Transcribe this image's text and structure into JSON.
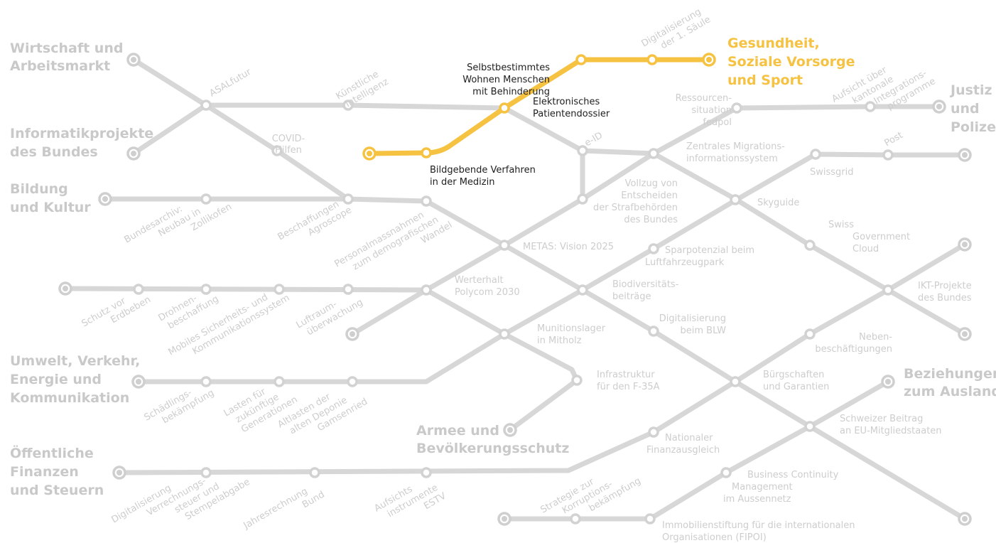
{
  "colors": {
    "highlight": "#f5c242",
    "line": "#d7d7d7",
    "muted_text": "#cdcdcd",
    "dark_text": "#1e1e1e"
  },
  "departments": {
    "wirtschaft": [
      "Wirtschaft und",
      "Arbeitsmarkt"
    ],
    "informatik": [
      "Informatikprojekte",
      "des Bundes"
    ],
    "bildung": [
      "Bildung",
      "und Kultur"
    ],
    "umwelt": [
      "Umwelt, Verkehr,",
      "Energie und",
      "Kommunikation"
    ],
    "finanzen": [
      "Öffentliche",
      "Finanzen",
      "und Steuern"
    ],
    "armee": [
      "Armee und",
      "Bevölkerungsschutz"
    ],
    "gesundheit": [
      "Gesundheit,",
      "Soziale Vorsorge",
      "und Sport"
    ],
    "justiz": [
      "Justiz",
      "und",
      "Polizei"
    ],
    "ausland": [
      "Beziehungen",
      "zum Ausland"
    ]
  },
  "stations": {
    "asal": [
      "ASALfutur"
    ],
    "ki": [
      "Künstliche",
      "Intelligenz"
    ],
    "covid": [
      "COVID-",
      "Hilfen"
    ],
    "beschaffungen": [
      "Beschaffungen",
      "Agroscope"
    ],
    "bundesarchiv": [
      "Bundesarchiv:",
      "Neubau in",
      "Zollikofen"
    ],
    "personal": [
      "Personalmassnahmen",
      "zum demografischen",
      "Wandel"
    ],
    "selbst": [
      "Selbstbestimmtes",
      "Wohnen Menschen",
      "mit Behinderung"
    ],
    "epd": [
      "Elektronisches",
      "Patientendossier"
    ],
    "bildgebend": [
      "Bildgebende Verfahren",
      "in der Medizin"
    ],
    "digi1": [
      "Digitalisierung",
      "der 1. Säule"
    ],
    "eid": [
      "e-ID"
    ],
    "ressourcen": [
      "Ressourcen-",
      "situation",
      "fedpol"
    ],
    "aufsicht": [
      "Aufsicht über",
      "kantonale",
      "Integrations-",
      "programme"
    ],
    "zemis": [
      "Zentrales Migrations-",
      "informationssystem"
    ],
    "post": [
      "Post"
    ],
    "swissgrid": [
      "Swissgrid"
    ],
    "vollzug": [
      "Vollzug von",
      "Entscheiden",
      "der Strafbehörden",
      "des Bundes"
    ],
    "skyguide": [
      "Skyguide"
    ],
    "sgc": [
      "Swiss",
      "Government",
      "Cloud"
    ],
    "metas": [
      "METAS: Vision 2025"
    ],
    "spar": [
      "Sparpotenzial beim",
      "Luftfahrzeugpark"
    ],
    "schutz": [
      "Schutz vor",
      "Erdbeben"
    ],
    "drohnen": [
      "Drohnen-",
      "beschaffung"
    ],
    "mobiles": [
      "Mobiles Sicherheits- und",
      "Kommunikationssystem"
    ],
    "luftraum": [
      "Luftraum-",
      "überwachung"
    ],
    "polycom": [
      "Werterhalt",
      "Polycom 2030"
    ],
    "bio": [
      "Biodiversitäts-",
      "beiträge"
    ],
    "ikt": [
      "IKT-Projekte",
      "des Bundes"
    ],
    "blw": [
      "Digitalisierung",
      "beim BLW"
    ],
    "muni": [
      "Munitionslager",
      "in Mitholz"
    ],
    "neben": [
      "Neben-",
      "beschäftigungen"
    ],
    "schaedling": [
      "Schädlings-",
      "bekämpfung"
    ],
    "lasten": [
      "Lasten für",
      "zukünftige",
      "Generationen"
    ],
    "altlasten": [
      "Altlasten der",
      "alten Deponie",
      "Gamsenried"
    ],
    "f35": [
      "Infrastruktur",
      "für den F-35A"
    ],
    "buergschaft": [
      "Bürgschaften",
      "und Garantien"
    ],
    "eu": [
      "Schweizer Beitrag",
      "an EU-Mitgliedstaaten"
    ],
    "nfa": [
      "Nationaler",
      "Finanzausgleich"
    ],
    "bcm": [
      "Business Continuity",
      "Management",
      "im Aussennetz"
    ],
    "digiverr": [
      "Digitalisierung",
      "Verrechnungs-",
      "steuer und",
      "Stempelabgabe"
    ],
    "jahres": [
      "Jahresrechnung",
      "Bund"
    ],
    "estv": [
      "Aufsichts",
      "instrumente",
      "ESTV"
    ],
    "korruption": [
      "Strategie zur",
      "Korruptions-",
      "bekämpfung"
    ],
    "fipoi": [
      "Immobilienstiftung für die internationalen",
      "Organisationen (FIPOI)"
    ]
  }
}
